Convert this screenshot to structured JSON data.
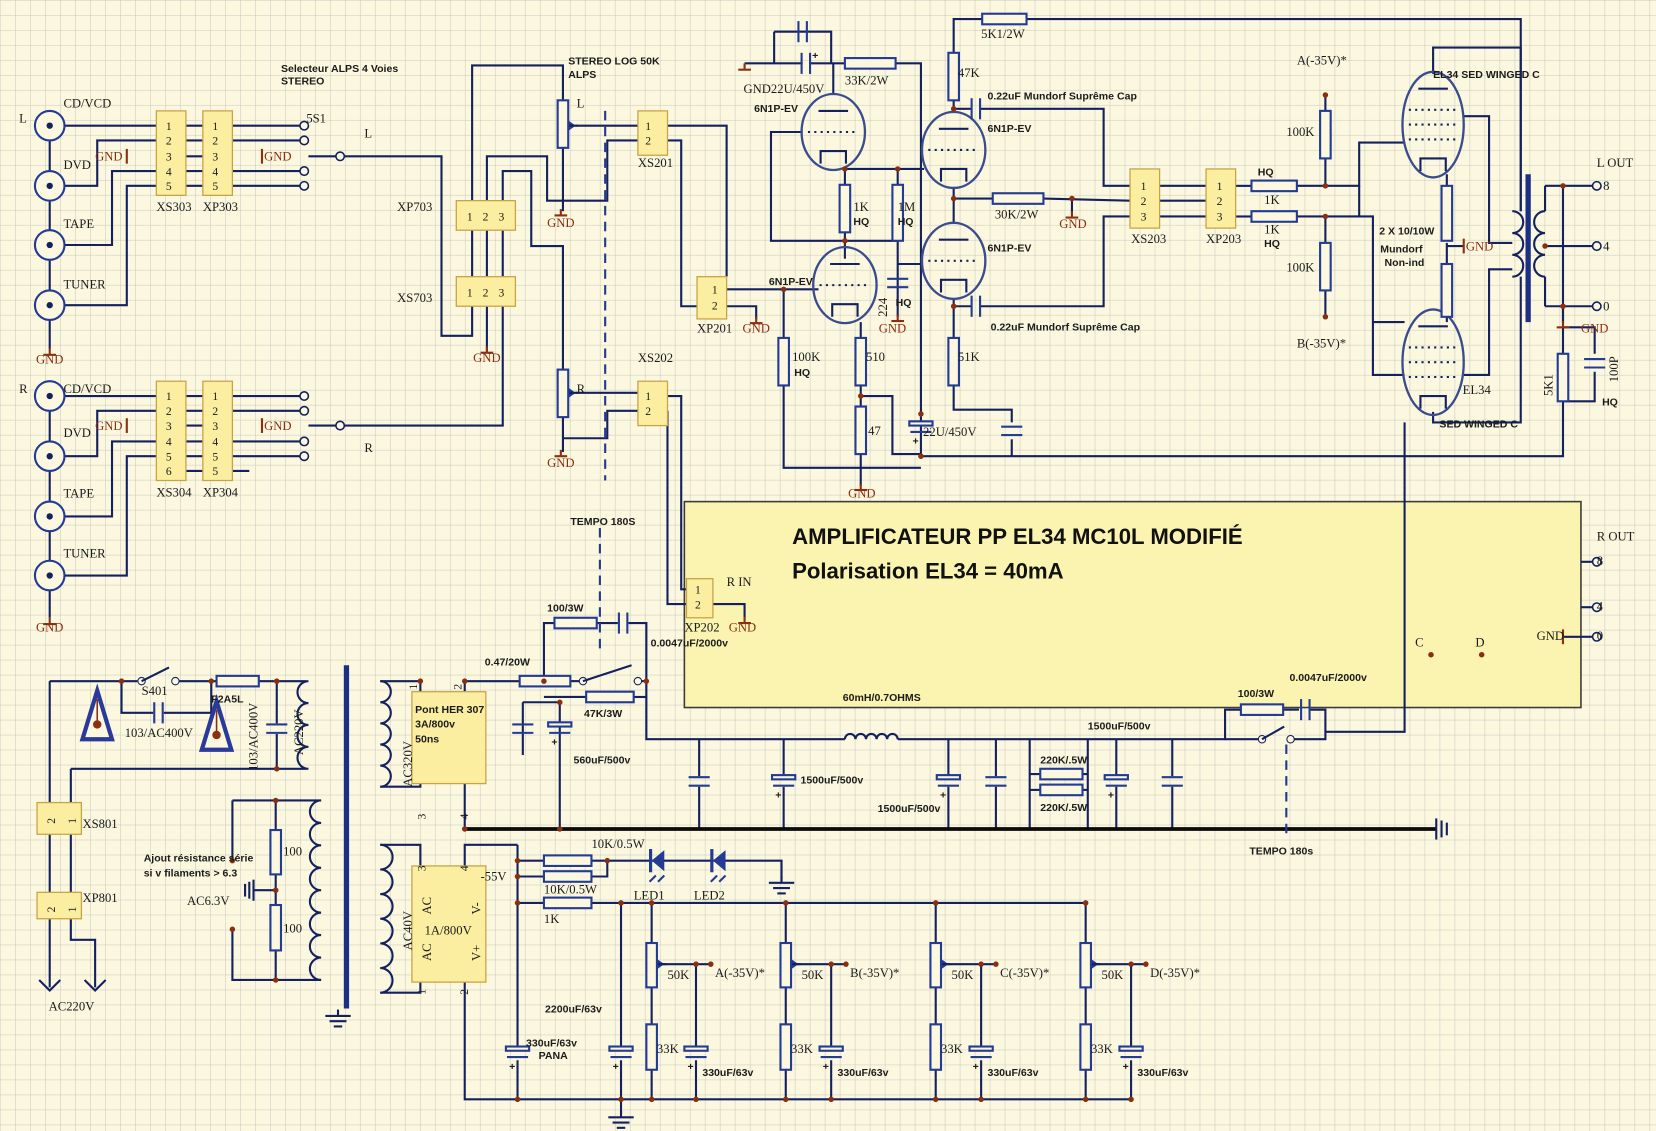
{
  "title": {
    "line1": "AMPLIFICATEUR PP EL34 MC10L MODIFIÉ",
    "line2": "Polarisation EL34 = 40mA"
  },
  "colors": {
    "background": "#fbf8df",
    "grid": "#c8c8bd",
    "wire": "#14215e",
    "component": "#243b94",
    "connector_fill": "#fbeea0",
    "gnd": "#8a2f12",
    "title_box": "#fbf3b0"
  },
  "common": {
    "gnd": "GND",
    "hq": "HQ"
  },
  "inputs": {
    "left_side": "L",
    "right_side": "R",
    "sources": [
      "CD/VCD",
      "DVD",
      "TAPE",
      "TUNER"
    ],
    "selector_title": "Selecteur ALPS 4 Voies",
    "selector_sub": "STEREO",
    "switch": "5S1",
    "bus_left": "L",
    "bus_right": "R",
    "xs303": "XS303",
    "xp303": "XP303",
    "xs304": "XS304",
    "xp304": "XP304",
    "pins_303": [
      "1",
      "2",
      "3",
      "4",
      "5"
    ],
    "pins_xs304": [
      "1",
      "2",
      "3",
      "4",
      "5",
      "6"
    ],
    "pins_xp304": [
      "1",
      "2",
      "3",
      "4",
      "5",
      "5"
    ]
  },
  "volume": {
    "title": "STEREO LOG 50K",
    "brand": "ALPS",
    "pot_left": "L",
    "pot_right": "R",
    "xp703": "XP703",
    "xs703": "XS703",
    "xs201": "XS201",
    "xs202": "XS202",
    "xp201": "XP201",
    "pins3": [
      "1",
      "2",
      "3"
    ],
    "pins2": [
      "1",
      "2"
    ]
  },
  "preamp": {
    "tube": "6N1P-EV",
    "cap_22u": "GND22U/450V",
    "r_33k": "33K/2W",
    "r_5k1": "5K1/2W",
    "r_47k": "47K",
    "coupling_cap": "0.22uF Mundorf Suprême Cap",
    "r_1k": "1K",
    "r_1m": "1M",
    "r_30k": "30K/2W",
    "cap_224": "224",
    "r_100k": "100K",
    "r_510": "510",
    "r_51k": "51K",
    "r_47": "47",
    "cap_22u_b": "22U/450V",
    "xs203": "XS203",
    "xp203": "XP203"
  },
  "power_stage": {
    "grid_r": "1K",
    "bias_r": "100K",
    "bias_a": "A(-35V)*",
    "bias_b": "B(-35V)*",
    "tube_top": "EL34 SED WINGED C",
    "tube_bottom": "EL34",
    "tube_bottom_sub": "SED WINGED C",
    "cathode_r": "2 X 10/10W",
    "cathode_r_brand": "Mundorf",
    "cathode_r_type": "Non-ind",
    "out_label": "L OUT",
    "taps": [
      "8",
      "4",
      "0"
    ],
    "fb_r": "5K1",
    "fb_c": "100P"
  },
  "right_channel": {
    "tempo": "TEMPO 180S",
    "r_in": "R IN",
    "xp202": "XP202",
    "r_out": "R OUT",
    "taps": [
      "8",
      "4",
      "0"
    ],
    "bias_c": "C",
    "bias_d": "D"
  },
  "hv_supply": {
    "r_100_3w": "100/3W",
    "cap_snub": "0.0047uF/2000v",
    "r_047": "0.47/20W",
    "r_47k3w": "47K/3W",
    "cap_560": "560uF/500v",
    "choke": "60mH/0.7OHMS",
    "cap_1500": "1500uF/500v",
    "r_220k": "220K/.5W",
    "tempo": "TEMPO 180s",
    "bridge": [
      "Pont HER 307",
      "3A/800v",
      "50ns"
    ],
    "sec": "AC320V",
    "bridge_pins": [
      "1",
      "2",
      "3",
      "4"
    ]
  },
  "mains": {
    "switch": "S401",
    "fuse": "F2A5L",
    "cap_x": "103/AC400V",
    "primary": "AC220V",
    "xs801": "XS801",
    "xp801": "XP801",
    "plug": "AC220V",
    "pins": [
      "2",
      "1"
    ],
    "heater_note1": "Ajout résistance série",
    "heater_note2": "si v filaments > 6.3",
    "heater": "AC6.3V",
    "heater_r": "100"
  },
  "bias_supply": {
    "r_10k": "10K/0.5W",
    "rail": "-55V",
    "led1": "LED1",
    "led2": "LED2",
    "r_1k": "1K",
    "sec": "AC40V",
    "bridge": [
      "AC",
      "AC",
      "1A/800V",
      "V-",
      "V+"
    ],
    "pins": [
      "3",
      "4",
      "1",
      "2"
    ],
    "cap_2200": "2200uF/63v",
    "cap_330": "330uF/63v",
    "pana": "PANA",
    "pot": "50K",
    "r_33k": "33K",
    "outputs": [
      "A(-35V)*",
      "B(-35V)*",
      "C(-35V)*",
      "D(-35V)*"
    ]
  }
}
